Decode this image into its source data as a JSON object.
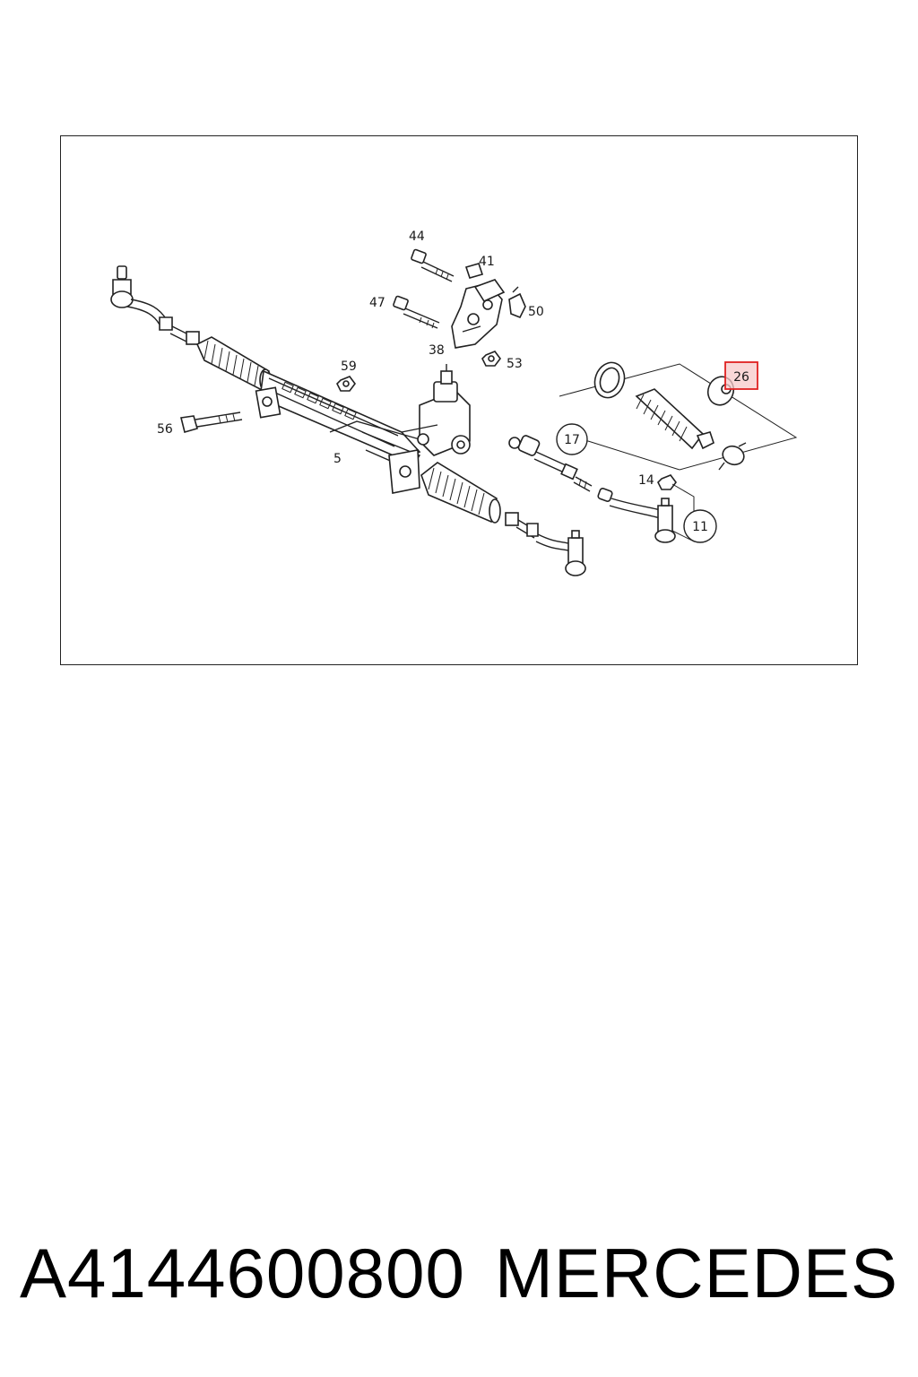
{
  "callouts": {
    "c44": "44",
    "c41": "41",
    "c47": "47",
    "c50": "50",
    "c38": "38",
    "c53": "53",
    "c59": "59",
    "c56": "56",
    "c5": "5",
    "c17": "17",
    "c26": "26",
    "c14": "14",
    "c11": "11"
  },
  "highlight": {
    "color": "#e02020",
    "fill": "#f7c9c9"
  },
  "footer": {
    "part_number": "A4144600800",
    "brand": "MERCEDES"
  }
}
